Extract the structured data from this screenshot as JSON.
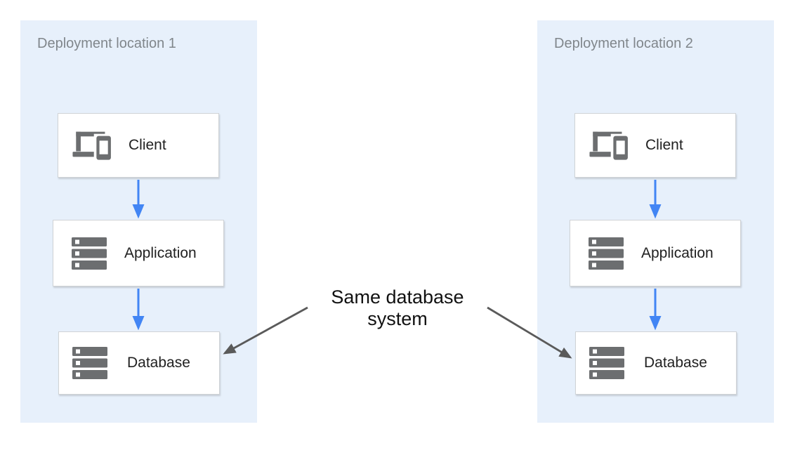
{
  "diagram": {
    "containers": [
      {
        "title": "Deployment location 1",
        "nodes": [
          {
            "label": "Client",
            "icon": "client-devices-icon"
          },
          {
            "label": "Application",
            "icon": "server-stack-icon"
          },
          {
            "label": "Database",
            "icon": "server-stack-icon"
          }
        ]
      },
      {
        "title": "Deployment location 2",
        "nodes": [
          {
            "label": "Client",
            "icon": "client-devices-icon"
          },
          {
            "label": "Application",
            "icon": "server-stack-icon"
          },
          {
            "label": "Database",
            "icon": "server-stack-icon"
          }
        ]
      }
    ],
    "annotation": {
      "lines": [
        "Same database",
        "system"
      ]
    },
    "colors": {
      "page_bg": "#ffffff",
      "container_bg": "#e7f0fb",
      "container_title": "#80868b",
      "node_bg": "#ffffff",
      "node_border": "#d0d3d6",
      "node_label": "#212121",
      "icon_gray": "#6c6e70",
      "flow_arrow_blue": "#4285f4",
      "annotation_arrow_gray": "#5a5a5a",
      "annotation_text": "#111111"
    }
  }
}
